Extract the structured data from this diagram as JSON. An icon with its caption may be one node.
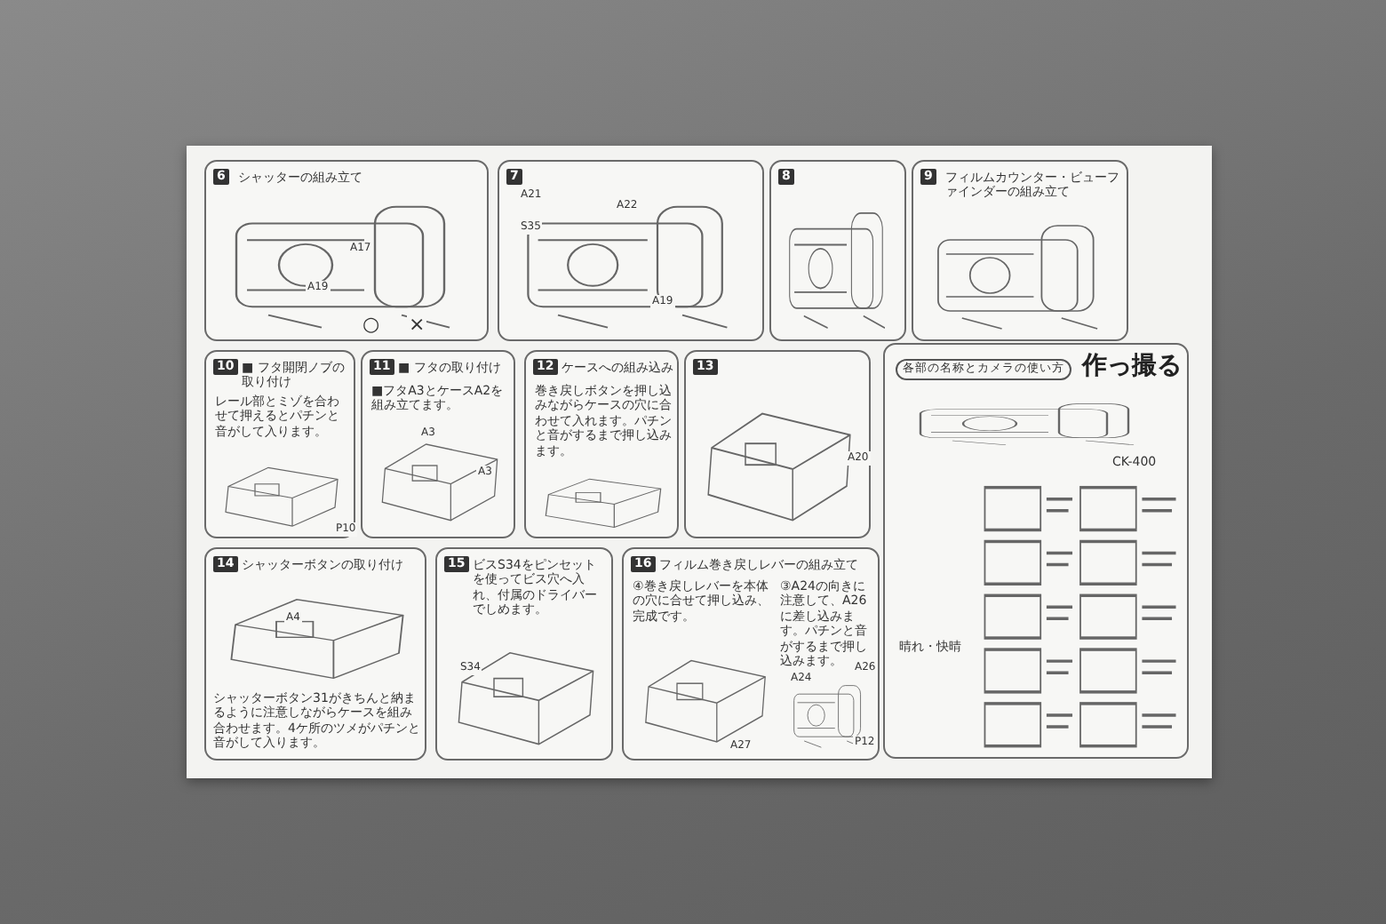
{
  "diagram": {
    "nodes": [
      {
        "text": [
          "6",
          "シャッターの組み立て"
        ]
      },
      {
        "text": [
          "7"
        ]
      },
      {
        "text": [
          "8"
        ]
      },
      {
        "text": [
          "9",
          "フィルムカウンター・ビューファインダーの組み立て"
        ]
      },
      {
        "text": [
          "10",
          "■ フタ開閉ノブの取り付け",
          "レール部とミゾを合わせて押えるとパチンと音がして入ります。"
        ]
      },
      {
        "text": [
          "11",
          "■ フタの取り付け",
          "■フタA3とケースA2を組み立てます。"
        ]
      },
      {
        "text": [
          "12",
          "ケースへの組み込み",
          "巻き戻しボタンを押し込みながらケースの穴に合わせて入れます。パチンと音がするまで押し込みます。"
        ]
      },
      {
        "text": [
          "13"
        ]
      },
      {
        "text": [
          "各部の名称とカメラの使い方",
          "作っ撮る",
          "CK-400",
          "晴れ・快晴"
        ]
      },
      {
        "text": [
          "14",
          "シャッターボタンの取り付け",
          "シャッターボタン31がきちんと納まるように注意しながらケースを組み合わせます。4ケ所のツメがパチンと音がして入ります。"
        ]
      },
      {
        "text": [
          "15",
          "ビスS34をピンセットを使ってビス穴へ入れ、付属のドライバーでしめます。"
        ]
      },
      {
        "text": [
          "16",
          "フィルム巻き戻しレバーの組み立て",
          "④巻き戻しレバーを本体の穴に合せて押し込み、完成です。",
          "③A24の向きに注意して、A26に差し込みます。パチンと音がするまで押し込みます。"
        ]
      }
    ],
    "labels": [
      "A17",
      "A19",
      "○",
      "×",
      "A21",
      "S35",
      "A22",
      "A19",
      "A3",
      "A3",
      "P10",
      "A20",
      "A4",
      "S34",
      "A24",
      "A26",
      "A27",
      "P12"
    ]
  }
}
